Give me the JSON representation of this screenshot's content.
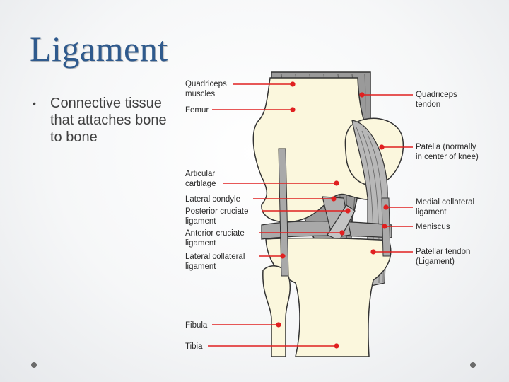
{
  "slide": {
    "title": "Ligament",
    "bullet_marker": "•",
    "bullet": "Connective tissue that attaches bone to bone"
  },
  "diagram": {
    "label_color": "#e02020",
    "labels_left": [
      {
        "line1": "Quadriceps",
        "line2": "muscles"
      },
      {
        "line1": "Femur",
        "line2": ""
      },
      {
        "line1": "Articular",
        "line2": "cartilage"
      },
      {
        "line1": "Lateral condyle",
        "line2": ""
      },
      {
        "line1": "Posterior cruciate",
        "line2": "ligament"
      },
      {
        "line1": "Anterior cruciate",
        "line2": "ligament"
      },
      {
        "line1": "Lateral collateral",
        "line2": "ligament"
      },
      {
        "line1": "Fibula",
        "line2": ""
      },
      {
        "line1": "Tibia",
        "line2": ""
      }
    ],
    "labels_right": [
      {
        "line1": "Quadriceps",
        "line2": "tendon"
      },
      {
        "line1": "Patella (normally",
        "line2": "in center of knee)"
      },
      {
        "line1": "Medial collateral",
        "line2": "ligament"
      },
      {
        "line1": "Meniscus",
        "line2": ""
      },
      {
        "line1": "Patellar tendon",
        "line2": "(Ligament)"
      }
    ]
  }
}
